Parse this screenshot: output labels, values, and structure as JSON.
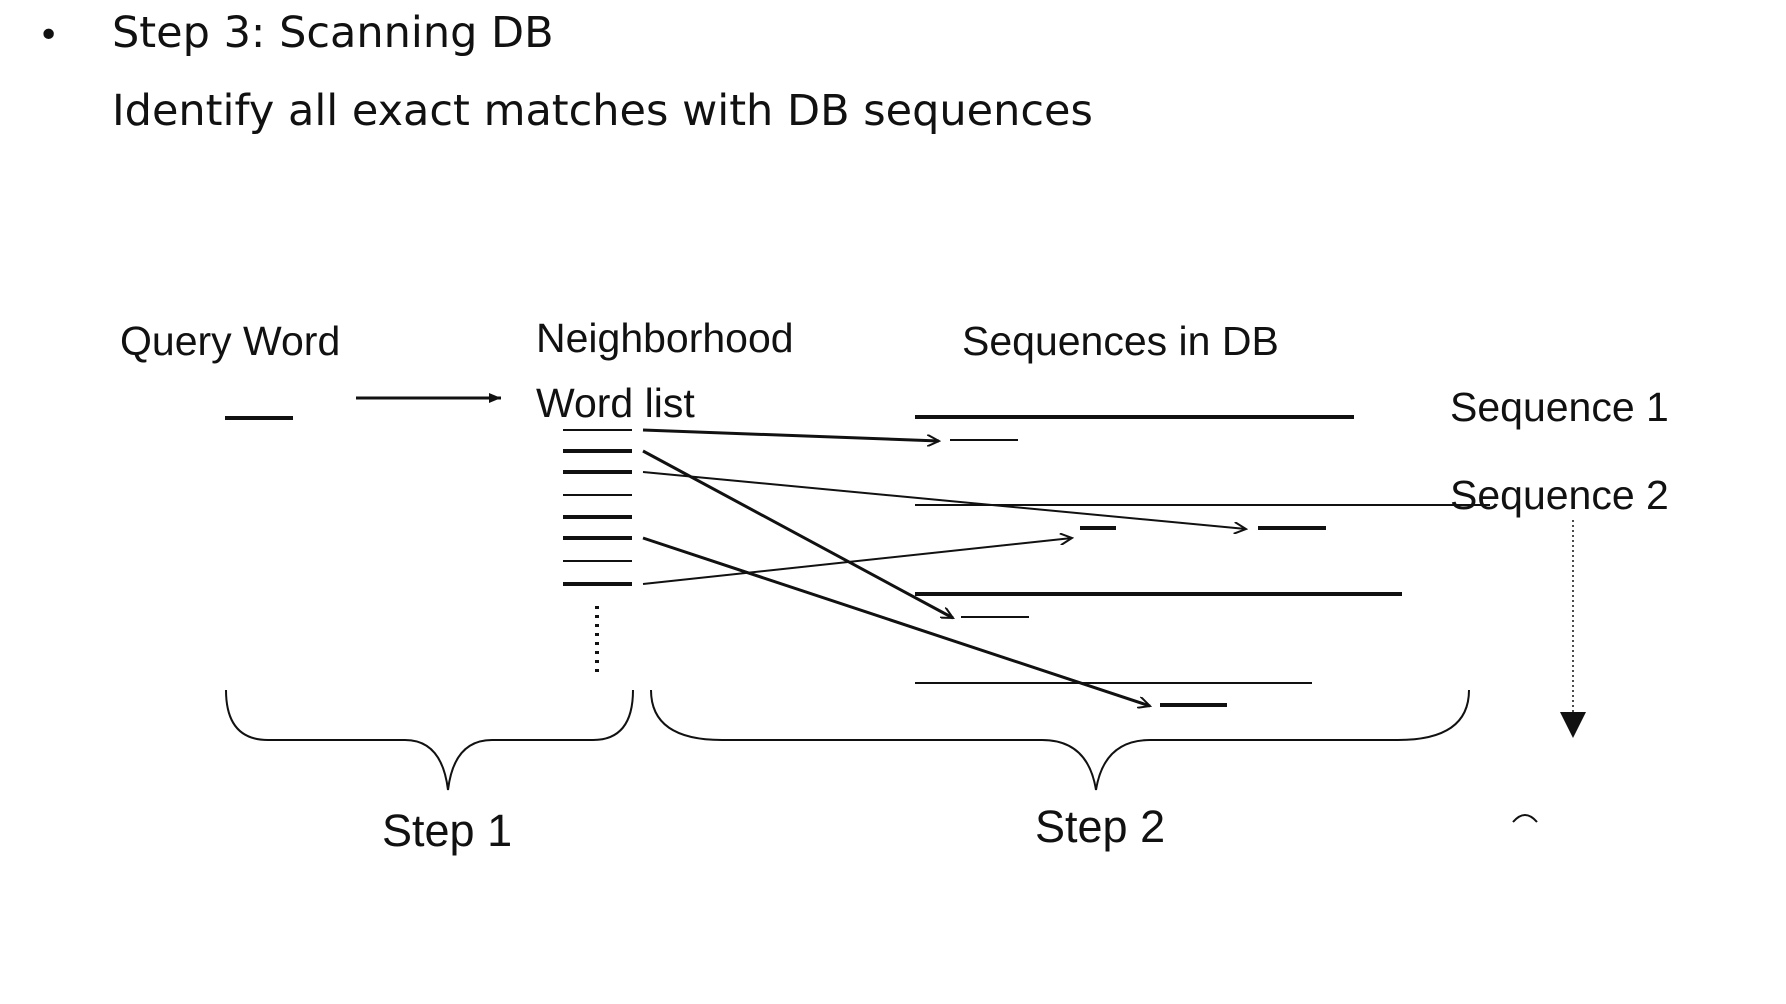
{
  "slide": {
    "bullet": "•",
    "heading": "Step 3: Scanning DB",
    "subheading": "Identify all exact matches with DB sequences"
  },
  "diagram": {
    "query_word_label": "Query Word",
    "neighborhood_label_line1": "Neighborhood",
    "neighborhood_label_line2": "Word list",
    "sequences_label": "Sequences in DB",
    "sequence_1_label": "Sequence 1",
    "sequence_2_label": "Sequence 2",
    "step_1_label": "Step 1",
    "step_2_label": "Step 2"
  }
}
